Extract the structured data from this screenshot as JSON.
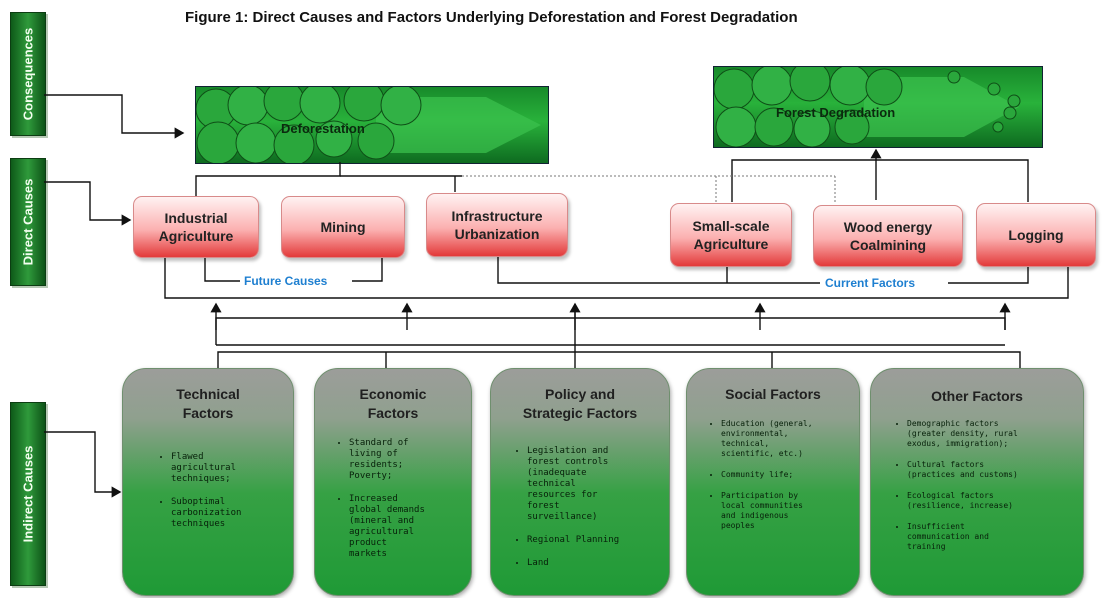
{
  "title": "Figure 1: Direct Causes and Factors Underlying Deforestation and Forest Degradation",
  "side_labels": {
    "consequences": "Consequences",
    "direct": "Direct Causes",
    "indirect": "Indirect Causes"
  },
  "consequences": {
    "deforestation": "Deforestation",
    "degradation": "Forest Degradation"
  },
  "direct_causes": [
    "Industrial\nAgriculture",
    "Mining",
    "Infrastructure\nUrbanization",
    "Small-scale\nAgriculture",
    "Wood energy\nCoalmining",
    "Logging"
  ],
  "connector_labels": {
    "future": "Future Causes",
    "current": "Current Factors"
  },
  "indirect_causes": [
    {
      "title": "Technical\nFactors",
      "items": [
        "Flawed\nagricultural\ntechniques;",
        "Suboptimal\ncarbonization\ntechniques"
      ]
    },
    {
      "title": "Economic\nFactors",
      "items": [
        "Standard of\nliving of\nresidents;\nPoverty;",
        "Increased\nglobal demands\n(mineral and\nagricultural\nproduct\nmarkets"
      ]
    },
    {
      "title": "Policy and\nStrategic Factors",
      "items": [
        "Legislation and\nforest controls\n(inadequate\ntechnical\nresources for\nforest\nsurveillance)",
        "Regional Planning",
        "Land"
      ]
    },
    {
      "title": "Social Factors",
      "items": [
        "Education (general,\nenvironmental,\ntechnical,\nscientific, etc.)",
        "Community life;",
        "Participation by\nlocal communities\nand indigenous\npeoples"
      ]
    },
    {
      "title": "Other Factors",
      "items": [
        "Demographic factors\n(greater density, rural\nexodus, immigration);",
        "Cultural factors\n(practices and customs)",
        "Ecological factors\n(resilience, increase)",
        "Insufficient\ncommunication and\ntraining"
      ]
    }
  ],
  "colors": {
    "direct_box_top": "#fff2f2",
    "direct_box_bottom": "#e33a3a",
    "indirect_box_top": "#9c9d9a",
    "indirect_box_bottom": "#1f9a36",
    "label_blue": "#1e7fd0"
  }
}
